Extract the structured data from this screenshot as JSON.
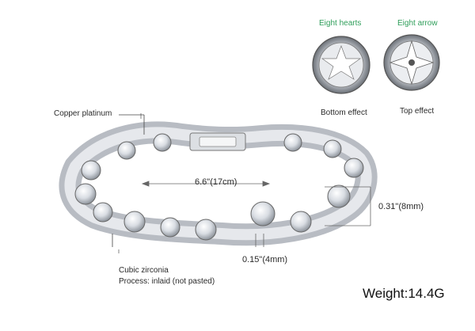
{
  "diamond_hearts_label": "Eight hearts",
  "diamond_arrow_label": "Eight arrow",
  "bottom_effect_label": "Bottom effect",
  "top_effect_label": "Top effect",
  "copper_label": "Copper platinum",
  "length_label": "6.6\"(17cm)",
  "height_label": "0.31\"(8mm)",
  "stone_width_label": "0.15\"(4mm)",
  "cubic_label": "Cubic zirconia",
  "process_label": "Process: inlaid (not pasted)",
  "weight_label": "Weight:14.4G",
  "colors": {
    "accent_green": "#2f9e5a",
    "metal": "#c9ccd2",
    "stone": "#eef0f4"
  }
}
